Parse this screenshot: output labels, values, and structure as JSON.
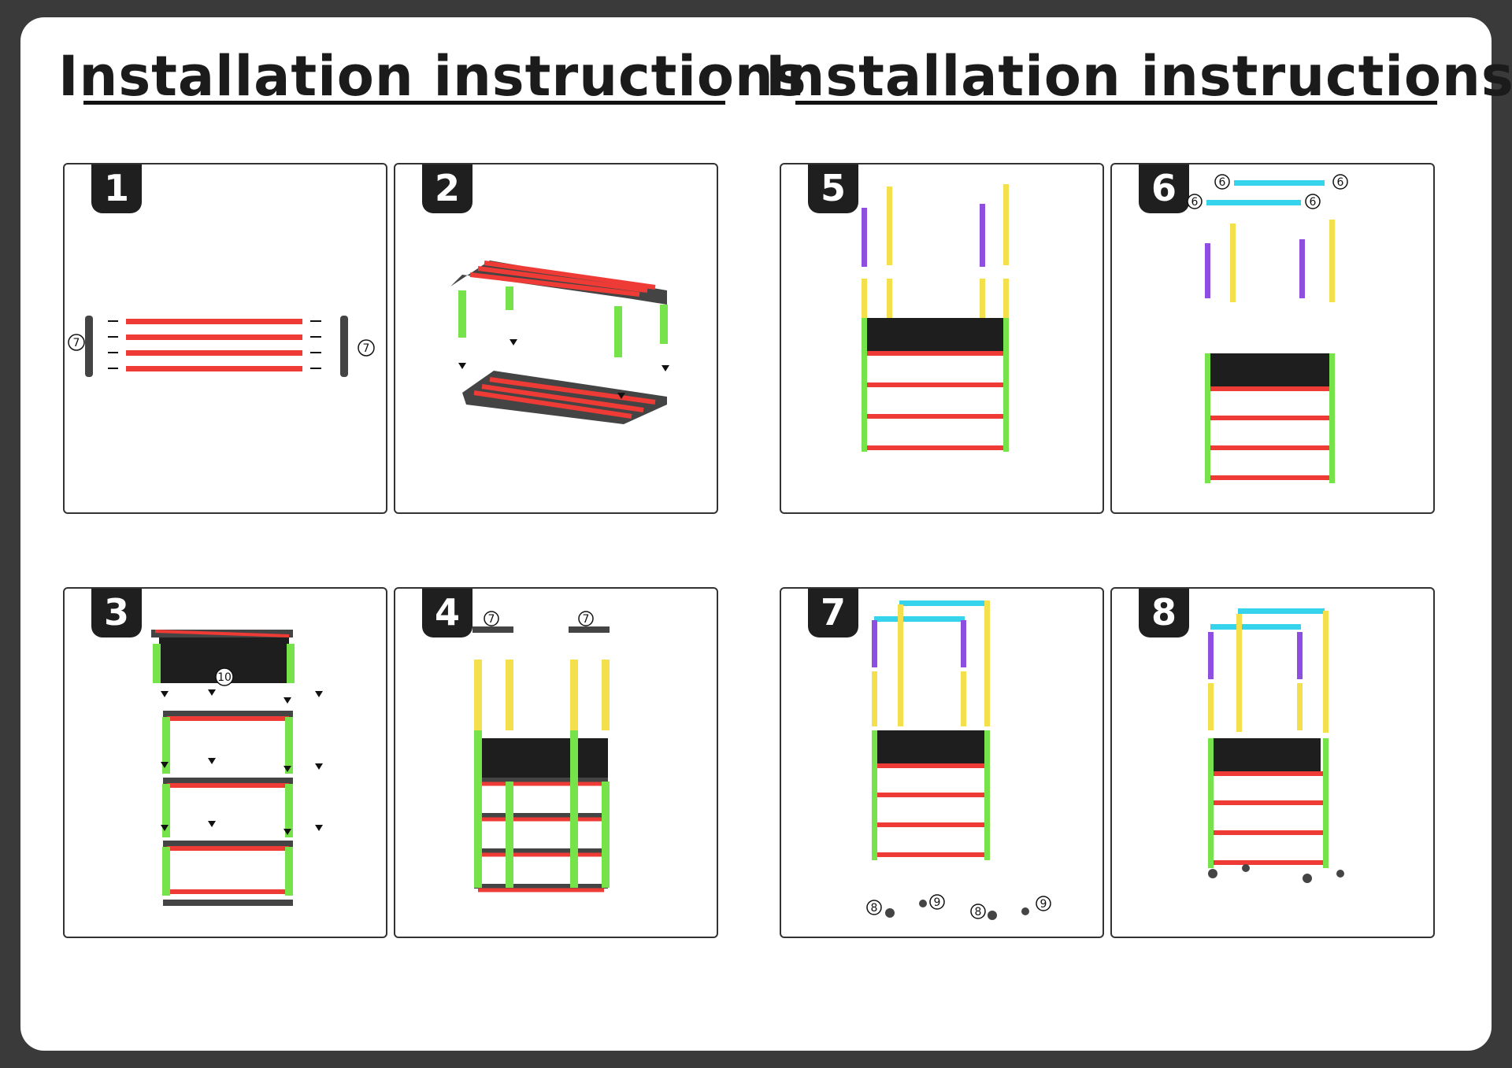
{
  "titles": {
    "left": "Installation instructions",
    "right": "Installation instructions"
  },
  "steps": [
    {
      "number": "1"
    },
    {
      "number": "2"
    },
    {
      "number": "3"
    },
    {
      "number": "4"
    },
    {
      "number": "5"
    },
    {
      "number": "6"
    },
    {
      "number": "7"
    },
    {
      "number": "8"
    }
  ],
  "callouts": {
    "connector": "7",
    "top_connector": "6",
    "wheel": "8",
    "foot": "9",
    "box": "10"
  },
  "colors": {
    "frame": "#3a3a3a",
    "connector": "#444444",
    "shelf_tube": "#ef3b36",
    "leg_green": "#76e34a",
    "pole_yellow": "#f4e04d",
    "pole_purple": "#8e4fe0",
    "rail_cyan": "#36d3ec",
    "box": "#1e1e1e"
  }
}
